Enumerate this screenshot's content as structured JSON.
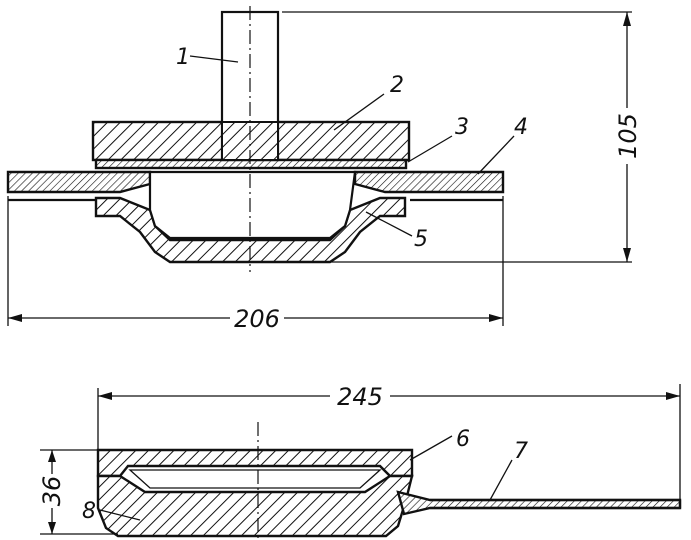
{
  "drawing": {
    "top_view": {
      "labels": {
        "part1": "1",
        "part2": "2",
        "part3": "3",
        "part4": "4",
        "part5": "5"
      },
      "dimensions": {
        "width": "206",
        "height": "105"
      }
    },
    "bottom_view": {
      "labels": {
        "part6": "6",
        "part7": "7",
        "part8": "8"
      },
      "dimensions": {
        "width": "245",
        "height": "36"
      }
    }
  }
}
